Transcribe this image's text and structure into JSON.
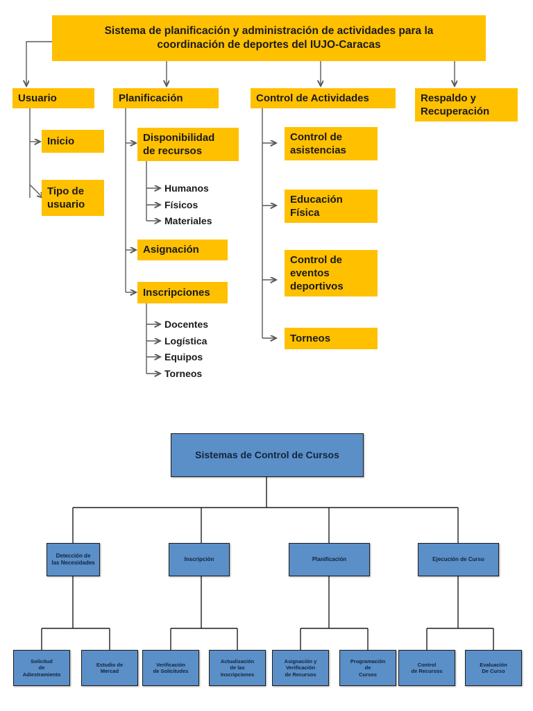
{
  "diagram_top": {
    "theme_color": "#FFC000",
    "root": {
      "label": "Sistema de planificación y administración de actividades para la\ncoordinación de deportes del IUJO-Caracas"
    },
    "branches": [
      {
        "label": "Usuario",
        "children": [
          {
            "label": "Inicio"
          },
          {
            "label": "Tipo de\nusuario"
          }
        ]
      },
      {
        "label": "Planificación",
        "children": [
          {
            "label": "Disponibilidad\nde recursos",
            "leaves": [
              "Humanos",
              "Físicos",
              "Materiales"
            ]
          },
          {
            "label": "Asignación"
          },
          {
            "label": "Inscripciones",
            "leaves": [
              "Docentes",
              "Logística",
              "Equipos",
              "Torneos"
            ]
          }
        ]
      },
      {
        "label": "Control de Actividades",
        "children": [
          {
            "label": "Control de\nasistencias"
          },
          {
            "label": "Educación\nFísica"
          },
          {
            "label": "Control de\neventos\ndeportivos"
          },
          {
            "label": "Torneos"
          }
        ]
      },
      {
        "label": "Respaldo y\nRecuperación",
        "children": []
      }
    ]
  },
  "diagram_bottom": {
    "theme_color": "#5B8FC8",
    "root": {
      "label": "Sistemas de Control de Cursos"
    },
    "level2": [
      {
        "label": "Detección de\nlas Necesidades"
      },
      {
        "label": "Inscripción"
      },
      {
        "label": "Planificación"
      },
      {
        "label": "Ejecución de Curso"
      }
    ],
    "level3": [
      {
        "label": "Solicitud\nde\nAdiestramiento"
      },
      {
        "label": "Estudio de\nMercad"
      },
      {
        "label": "Verificación\nde Solicitudes"
      },
      {
        "label": "Actualización\nde las\nInscripciones"
      },
      {
        "label": "Asignación y\nVerificación\nde Recursos"
      },
      {
        "label": "Programación\nde\nCursos"
      },
      {
        "label": "Control\nde Recursos"
      },
      {
        "label": "Evaluación\nDe Curso"
      }
    ]
  }
}
